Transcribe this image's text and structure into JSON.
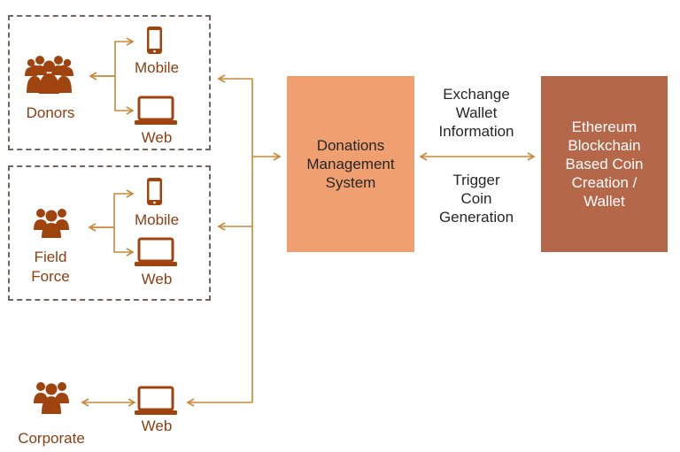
{
  "groups": {
    "donors": {
      "label": "Donors",
      "mobile": "Mobile",
      "web": "Web"
    },
    "field_force": {
      "label": "Field\nForce",
      "mobile": "Mobile",
      "web": "Web"
    },
    "corporate": {
      "label": "Corporate",
      "web": "Web"
    }
  },
  "system": {
    "label": "Donations\nManagement\nSystem"
  },
  "blockchain": {
    "label": "Ethereum\nBlockchain\nBased Coin\nCreation /\nWallet"
  },
  "connection": {
    "top_label": "Exchange\nWallet\nInformation",
    "bottom_label": "Trigger\nCoin\nGeneration"
  },
  "colors": {
    "accent": "#8a3f13",
    "icon": "#a0440f",
    "system_box": "#f0a070",
    "blockchain_box": "#b5674a",
    "dashed_border": "#6f6761",
    "text_dark": "#262626",
    "arrow": "#c88838"
  },
  "icons": [
    "people-group-icon",
    "mobile-phone-icon",
    "laptop-icon"
  ]
}
